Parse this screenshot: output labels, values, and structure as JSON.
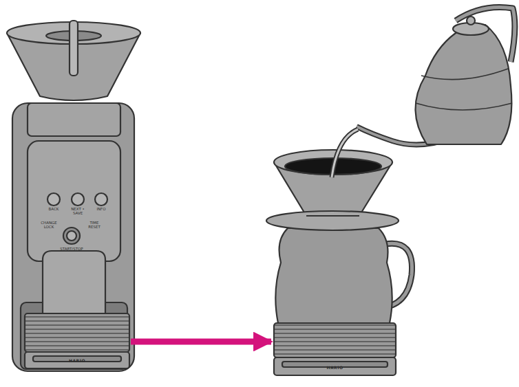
{
  "diagram": {
    "nodes": [
      {
        "text": [
          "HARIO"
        ]
      },
      {
        "text": [
          "HARIO"
        ]
      }
    ],
    "edges": [
      {
        "from": 0,
        "to": 1,
        "arrow": "to"
      }
    ],
    "labels": [
      "BACK",
      "NEXT • SAVE",
      "INFO",
      "CHANGE LOCK",
      "TIME RESET",
      "START/STOP"
    ]
  }
}
